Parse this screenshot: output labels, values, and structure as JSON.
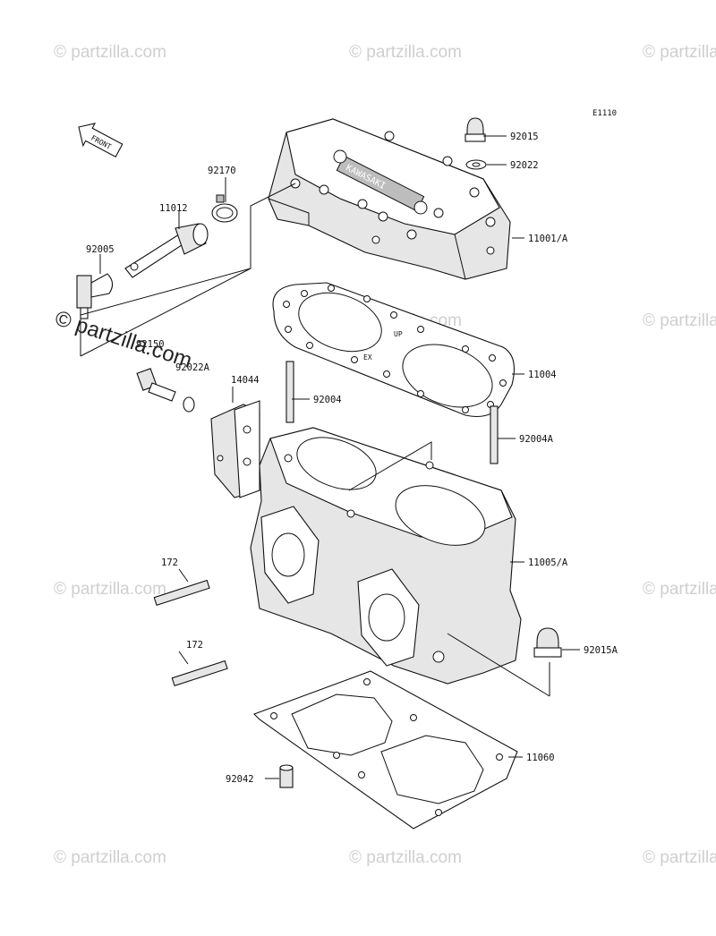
{
  "diagram_code": "E1110",
  "front_arrow_text": "FRONT",
  "watermark_text": "© partzilla.com",
  "watermark_prominent_text": "© partzilla.com",
  "engraving_top": "KAWASAKI",
  "engraving_gasket_up": "UP",
  "engraving_gasket_ex": "EX",
  "labels": {
    "p92015": "92015",
    "p92022": "92022",
    "p92170": "92170",
    "p11012": "11012",
    "p11001a": "11001/A",
    "p92005": "92005",
    "p92150": "92150",
    "p92022a": "92022A",
    "p14044": "14044",
    "p11004": "11004",
    "p92004": "92004",
    "p92004a": "92004A",
    "p11005a": "11005/A",
    "p172a": "172",
    "p172b": "172",
    "p92015a": "92015A",
    "p11060": "11060",
    "p92042": "92042"
  },
  "colors": {
    "line": "#111111",
    "shade": "#e6e6e6",
    "watermark": "#cfcfcf"
  }
}
